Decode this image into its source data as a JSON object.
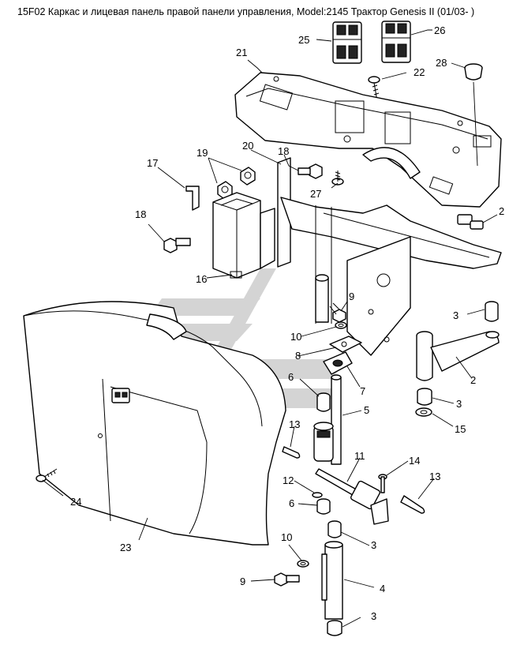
{
  "title": "15F02 Каркас и лицевая панель правой панели управления, Model:2145 Трактор Genesis II (01/03- )",
  "callouts": [
    "25",
    "26",
    "21",
    "22",
    "28",
    "19",
    "20",
    "18",
    "17",
    "27",
    "2",
    "18",
    "16",
    "9",
    "3",
    "10",
    "8",
    "7",
    "2",
    "6",
    "5",
    "3",
    "15",
    "13",
    "11",
    "14",
    "13",
    "12",
    "6",
    "24",
    "3",
    "23",
    "10",
    "9",
    "4",
    "3"
  ]
}
